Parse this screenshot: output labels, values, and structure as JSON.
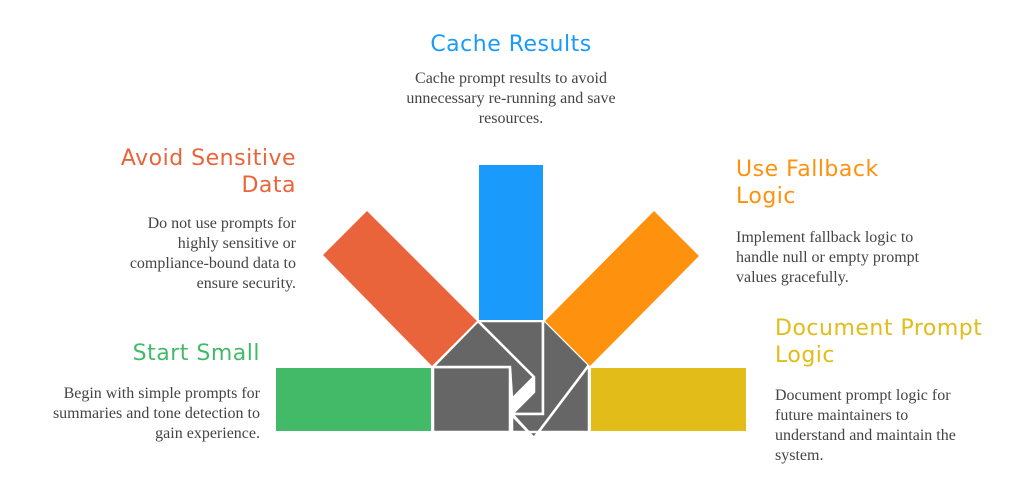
{
  "items": [
    {
      "id": "cache-results",
      "title": "Cache Results",
      "description": "Cache prompt results to avoid unnecessary re-running and save resources.",
      "color": "#1a9bfc"
    },
    {
      "id": "avoid-sensitive-data",
      "title": "Avoid Sensitive Data",
      "description": "Do not use prompts for highly sensitive or compliance-bound data to ensure security.",
      "color": "#ea643b"
    },
    {
      "id": "use-fallback-logic",
      "title": "Use Fallback Logic",
      "description": "Implement fallback logic to handle null or empty prompt values gracefully.",
      "color": "#fe910e"
    },
    {
      "id": "start-small",
      "title": "Start Small",
      "description": "Begin with simple prompts for summaries and tone detection to gain experience.",
      "color": "#43ba67"
    },
    {
      "id": "document-prompt-logic",
      "title": "Document Prompt Logic",
      "description": "Document prompt logic for future maintainers to understand and maintain the system.",
      "color": "#e2bc19"
    }
  ],
  "hub_color": "#666666"
}
